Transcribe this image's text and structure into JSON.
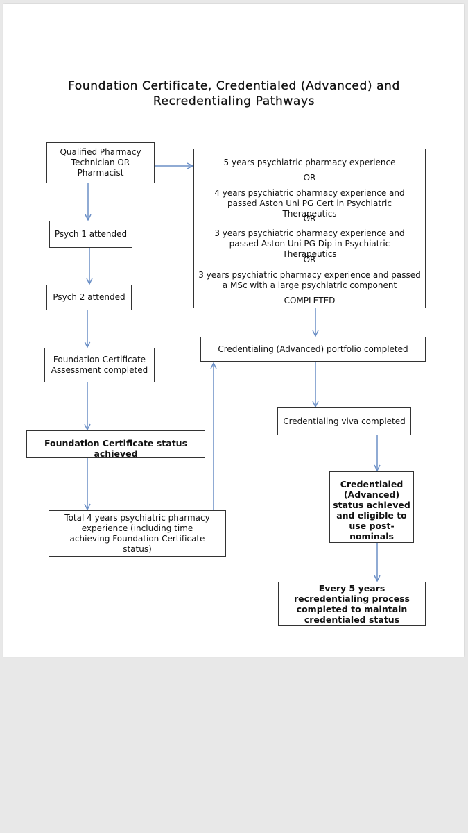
{
  "title": {
    "line1": "Foundation Certificate, Credentialed (Advanced) and",
    "line2": "Recredentialing Pathways"
  },
  "left_path": {
    "qualified": "Qualified Pharmacy Technician OR Pharmacist",
    "psych1": "Psych 1 attended",
    "psych2": "Psych 2 attended",
    "foundation_assessment": "Foundation Certificate Assessment completed",
    "foundation_status": "Foundation Certificate status achieved",
    "total_experience": "Total 4 years psychiatric pharmacy experience (including time achieving Foundation Certificate status)"
  },
  "options_box": {
    "opt1": "5 years psychiatric pharmacy experience",
    "or1": "OR",
    "opt2": "4 years psychiatric pharmacy experience and passed Aston Uni PG Cert in Psychiatric Therapeutics",
    "or2": "OR",
    "opt3": "3 years psychiatric pharmacy experience and passed Aston Uni PG Dip in Psychiatric Therapeutics",
    "or3": "OR",
    "opt4": "3 years psychiatric pharmacy experience and passed a MSc with a large psychiatric component",
    "completed": "COMPLETED"
  },
  "right_path": {
    "portfolio": "Credentialing (Advanced) portfolio completed",
    "viva": "Credentialing viva completed",
    "credentialed_status": "Credentialed (Advanced) status achieved and eligible to use post-nominals",
    "recredentialing": "Every 5 years recredentialing process completed to maintain credentialed status"
  },
  "colors": {
    "arrow": "#6b8fc6",
    "rule": "#7f9bc0",
    "border": "#333333"
  }
}
